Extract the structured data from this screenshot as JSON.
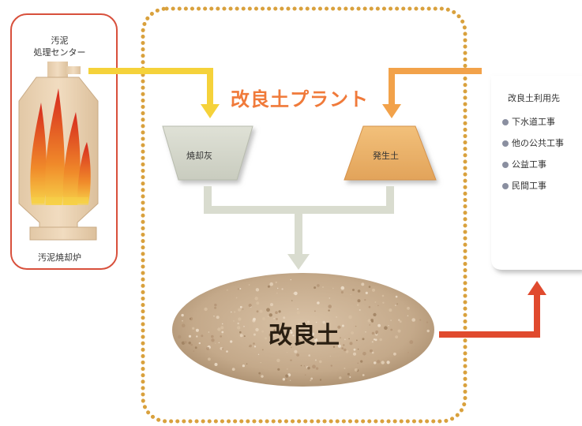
{
  "plant": {
    "title": "改良土プラント"
  },
  "sludge_center": {
    "title_line1": "汚泥",
    "title_line2": "処理センター"
  },
  "incinerator": {
    "label": "汚泥焼却炉"
  },
  "inputs": {
    "ash_label": "焼却灰",
    "soil_label": "発生土"
  },
  "product": {
    "label": "改良土"
  },
  "destinations": {
    "title": "改良土利用先",
    "items": [
      "下水道工事",
      "他の公共工事",
      "公益工事",
      "民間工事"
    ]
  },
  "colors": {
    "yellow_arrow": "#f5d23a",
    "orange_arrow": "#f2a24a",
    "red_arrow": "#e04a2e",
    "gray_arrow": "#d9dccf",
    "plant_border": "#d9a13d",
    "incinerator_border": "#d8503c"
  }
}
